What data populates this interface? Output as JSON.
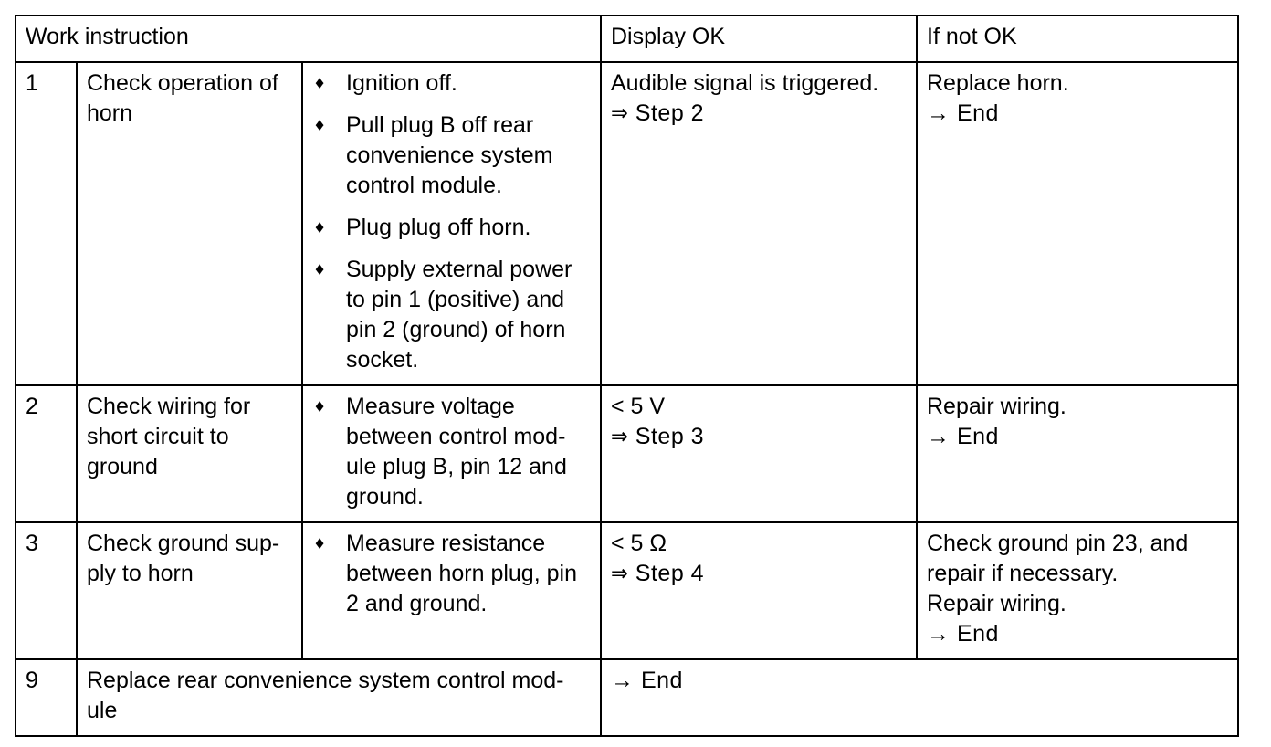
{
  "table": {
    "headers": {
      "work_instruction": "Work instruction",
      "display_ok": "Display OK",
      "if_not_ok": "If not OK"
    },
    "bullet_glyph": "♦",
    "rows": [
      {
        "number": "1",
        "description": "Check operation of horn",
        "bullets": [
          "Ignition off.",
          "Pull plug B off rear convenience system control module.",
          "Plug plug off horn.",
          "Supply external power to pin 1 (positive) and pin 2 (ground) of horn socket."
        ],
        "display_ok": [
          "Audible signal is triggered.",
          "⇒ Step 2"
        ],
        "if_not_ok": [
          "Replace horn.",
          "→ End"
        ]
      },
      {
        "number": "2",
        "description": "Check wiring for short circuit to ground",
        "bullets": [
          "Measure voltage between control mod-ule plug B, pin 12 and ground."
        ],
        "display_ok": [
          "< 5 V",
          "⇒ Step 3"
        ],
        "if_not_ok": [
          "Repair wiring.",
          "→ End"
        ]
      },
      {
        "number": "3",
        "description": "Check ground sup-ply to horn",
        "bullets": [
          "Measure resistance between horn plug, pin 2 and ground."
        ],
        "display_ok": [
          "< 5 Ω",
          "⇒ Step 4"
        ],
        "if_not_ok": [
          "Check ground pin 23, and repair if necessary.",
          "Repair wiring.",
          "→ End"
        ]
      },
      {
        "number": "9",
        "description": "Replace rear convenience system control mod-ule",
        "bullets": [],
        "display_ok": [
          "→ End"
        ],
        "if_not_ok": []
      }
    ]
  }
}
